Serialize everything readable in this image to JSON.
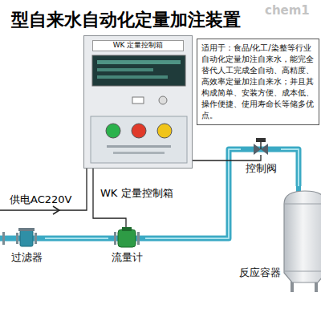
{
  "diagram": {
    "title": "型自来水自动化定量加注装置",
    "nodes": [
      {
        "text": [
          "适用于：食品/化工/染整等行业自动化定量加注自来水，能完全替代人工完成全自动、高精度、高效率定量加注自来水；并且其构成简单、安装方便、成本低、操作便捷、使用寿命长等储多优点。"
        ]
      },
      {
        "text": [
          "WK 定量控制箱"
        ]
      },
      {
        "text": [
          "过滤器"
        ]
      },
      {
        "text": [
          "流量计"
        ]
      },
      {
        "text": [
          "控制阀"
        ]
      },
      {
        "text": [
          "反应容器"
        ]
      }
    ],
    "edges": [
      {
        "from": 2,
        "to": 3,
        "arrow": "none"
      },
      {
        "from": 3,
        "to": 4,
        "arrow": "none"
      },
      {
        "from": 4,
        "to": 5,
        "arrow": "none"
      },
      {
        "from": 1,
        "to": 3,
        "arrow": "none"
      },
      {
        "from": 1,
        "to": 4,
        "arrow": "none"
      }
    ],
    "labels": [
      "chem1",
      "供电AC220V",
      "WK 定量控制箱"
    ]
  }
}
